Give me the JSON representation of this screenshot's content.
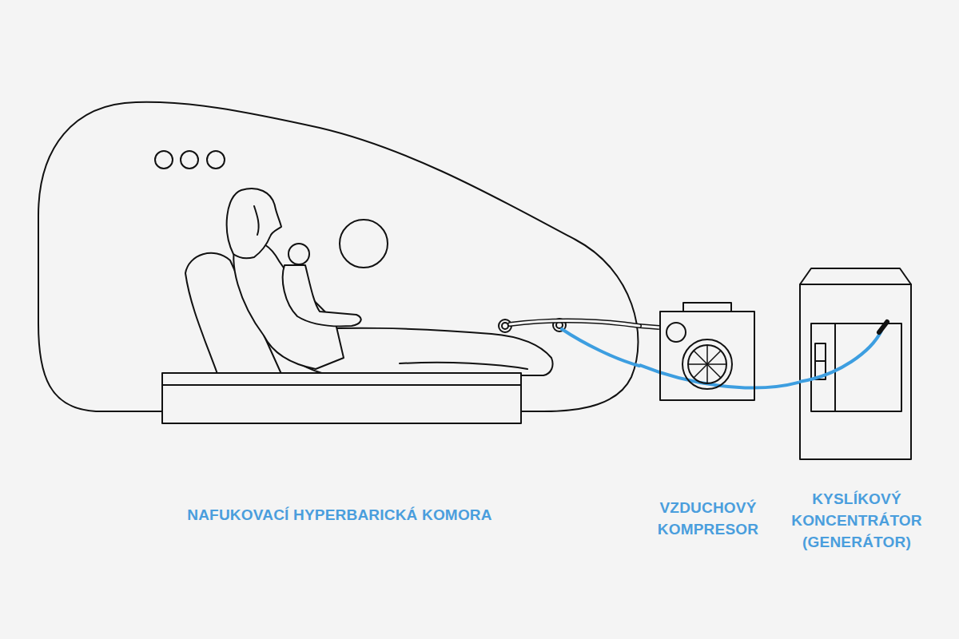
{
  "diagram": {
    "nodes": [
      {
        "text": [
          "NAFUKOVACÍ HYPERBARICKÁ KOMORA"
        ]
      },
      {
        "text": [
          "VZDUCHOVÝ KOMPRESOR"
        ]
      },
      {
        "text": [
          "KYSLÍKOVÝ KONCENTRÁTOR (GENERÁTOR)"
        ]
      }
    ],
    "edges": [
      {
        "from": 2,
        "to": 0,
        "arrow": "none"
      },
      {
        "from": 1,
        "to": 0,
        "arrow": "none"
      }
    ]
  }
}
